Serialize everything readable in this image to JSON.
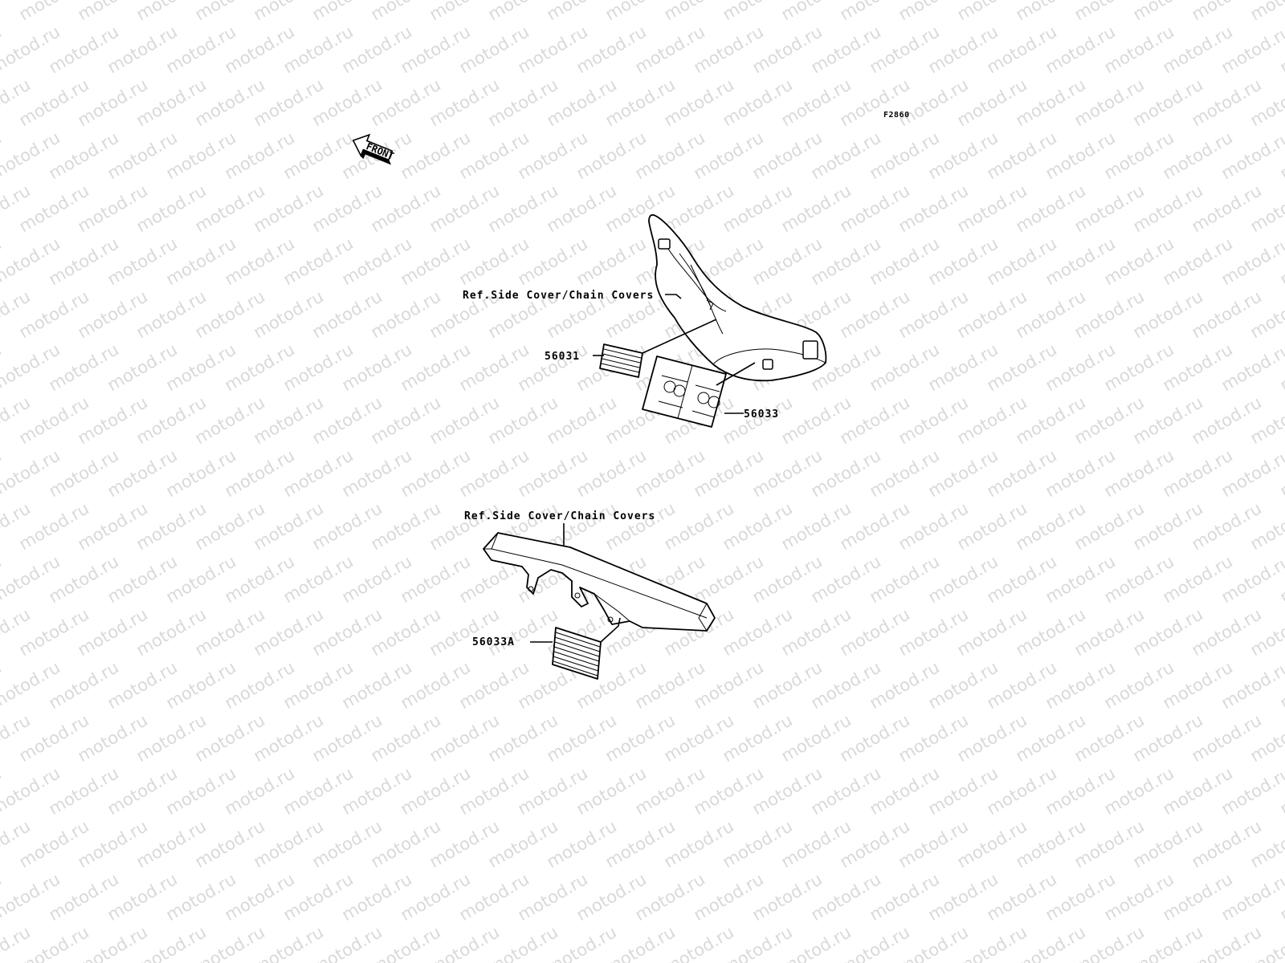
{
  "watermark": {
    "text": "motod.ru"
  },
  "figure_code": "F2860",
  "front_arrow": {
    "label": "FRONT"
  },
  "upper_assembly": {
    "ref_label": "Ref.Side Cover/Chain Covers",
    "callouts": [
      {
        "id": "56031"
      },
      {
        "id": "56033"
      }
    ]
  },
  "lower_assembly": {
    "ref_label": "Ref.Side Cover/Chain Covers",
    "callouts": [
      {
        "id": "56033A"
      }
    ]
  }
}
